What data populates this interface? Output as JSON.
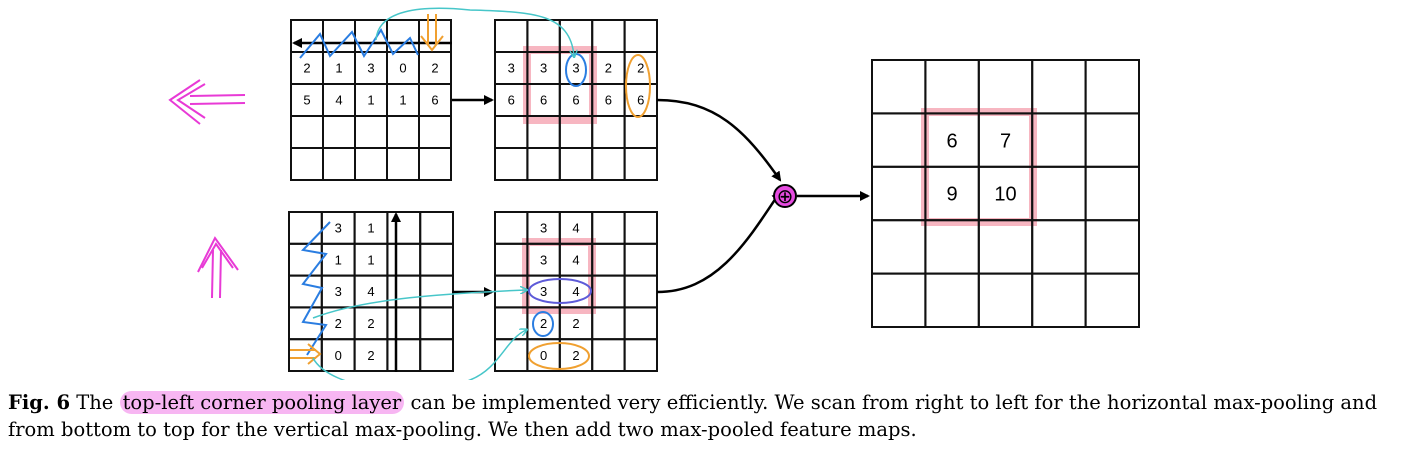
{
  "figure": {
    "grid_top_left_input": [
      [
        "",
        "",
        "",
        "",
        ""
      ],
      [
        "2",
        "1",
        "3",
        "0",
        "2"
      ],
      [
        "5",
        "4",
        "1",
        "1",
        "6"
      ],
      [
        "",
        "",
        "",
        "",
        ""
      ],
      [
        "",
        "",
        "",
        "",
        ""
      ]
    ],
    "grid_top_left_output": [
      [
        "",
        "",
        "",
        "",
        ""
      ],
      [
        "3",
        "3",
        "3",
        "2",
        "2"
      ],
      [
        "6",
        "6",
        "6",
        "6",
        "6"
      ],
      [
        "",
        "",
        "",
        "",
        ""
      ],
      [
        "",
        "",
        "",
        "",
        ""
      ]
    ],
    "grid_bottom_left_input": [
      [
        "",
        "3",
        "1",
        "",
        ""
      ],
      [
        "",
        "1",
        "1",
        "",
        ""
      ],
      [
        "",
        "3",
        "4",
        "",
        ""
      ],
      [
        "",
        "2",
        "2",
        "",
        ""
      ],
      [
        "",
        "0",
        "2",
        "",
        ""
      ]
    ],
    "grid_bottom_left_output": [
      [
        "",
        "3",
        "4",
        "",
        ""
      ],
      [
        "",
        "3",
        "4",
        "",
        ""
      ],
      [
        "",
        "3",
        "4",
        "",
        ""
      ],
      [
        "",
        "2",
        "2",
        "",
        ""
      ],
      [
        "",
        "0",
        "2",
        "",
        ""
      ]
    ],
    "grid_result": [
      [
        "",
        "",
        "",
        "",
        ""
      ],
      [
        "",
        "6",
        "7",
        "",
        ""
      ],
      [
        "",
        "9",
        "10",
        "",
        ""
      ],
      [
        "",
        "",
        "",
        "",
        ""
      ],
      [
        "",
        "",
        "",
        "",
        ""
      ]
    ],
    "sum_symbol": "⊕",
    "colors": {
      "grid_line": "#111111",
      "pool_highlight": "#f28f9f",
      "annotation_blue": "#2a7de1",
      "annotation_cyan": "#47c6c9",
      "annotation_orange": "#f0a030",
      "annotation_magenta": "#e83ad6",
      "caption_highlight": "#f7b6f2"
    }
  },
  "caption": {
    "label": "Fig. 6",
    "pre": " The ",
    "highlight": "top-left corner pooling layer",
    "post": " can be implemented very efficiently. We scan from right to left for the horizontal max-pooling and from bottom to top for the vertical max-pooling. We then add two max-pooled feature maps."
  }
}
